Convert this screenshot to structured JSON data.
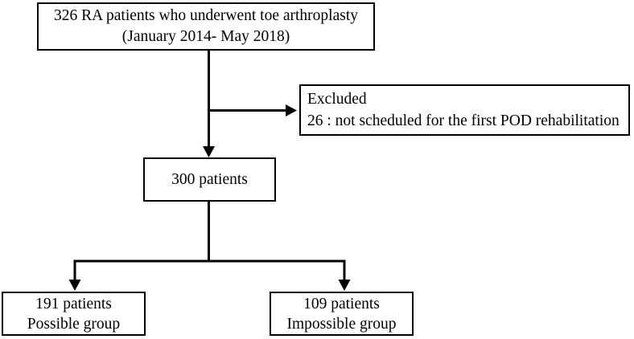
{
  "figure": {
    "type": "flow-diagram",
    "background_color": "#ffffff",
    "line_color": "#000000",
    "text_color": "#000000"
  },
  "boxes": {
    "top": {
      "line1": "326 RA patients who underwent toe arthroplasty",
      "line2": "(January 2014- May 2018)"
    },
    "excluded": {
      "line1": "Excluded",
      "line2": "26 : not scheduled for the first POD rehabilitation"
    },
    "middle": {
      "line1": "300 patients"
    },
    "bottom_left": {
      "line1": "191 patients",
      "line2": "Possible group"
    },
    "bottom_right": {
      "line1": "109 patients",
      "line2": "Impossible group"
    }
  }
}
